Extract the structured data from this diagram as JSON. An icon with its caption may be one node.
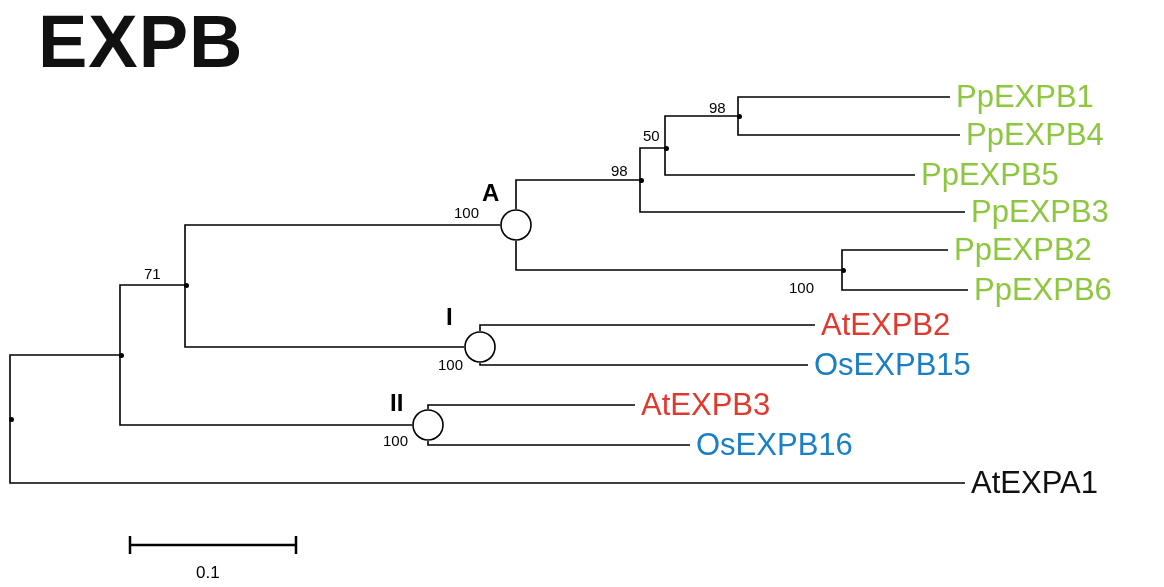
{
  "diagram": {
    "title": "EXPB",
    "nodes": [
      {
        "text": [],
        "shape": "point"
      },
      {
        "text": [],
        "shape": "point"
      },
      {
        "text": [],
        "shape": "point",
        "beside": [
          "71"
        ]
      },
      {
        "text": [
          "A"
        ],
        "beside": [
          "100"
        ]
      },
      {
        "text": [],
        "shape": "point",
        "beside": [
          "98"
        ]
      },
      {
        "text": [],
        "shape": "point",
        "beside": [
          "50"
        ]
      },
      {
        "text": [],
        "shape": "point",
        "beside": [
          "98"
        ]
      },
      {
        "text": [],
        "shape": "point",
        "beside": [
          "100"
        ]
      },
      {
        "text": [
          "I"
        ],
        "beside": [
          "100"
        ]
      },
      {
        "text": [
          "II"
        ],
        "beside": [
          "100"
        ]
      },
      {
        "text": [
          "PpEXPB1"
        ]
      },
      {
        "text": [
          "PpEXPB4"
        ]
      },
      {
        "text": [
          "PpEXPB5"
        ]
      },
      {
        "text": [
          "PpEXPB3"
        ]
      },
      {
        "text": [
          "PpEXPB2"
        ]
      },
      {
        "text": [
          "PpEXPB6"
        ]
      },
      {
        "text": [
          "AtEXPB2"
        ]
      },
      {
        "text": [
          "OsEXPB15"
        ]
      },
      {
        "text": [
          "AtEXPB3"
        ]
      },
      {
        "text": [
          "OsEXPB16"
        ]
      },
      {
        "text": [
          "AtEXPA1"
        ]
      }
    ],
    "edges": [
      {
        "from": 0,
        "to": 1,
        "arrow": "none"
      },
      {
        "from": 0,
        "to": 20,
        "arrow": "none"
      },
      {
        "from": 1,
        "to": 2,
        "arrow": "none"
      },
      {
        "from": 1,
        "to": 9,
        "arrow": "none"
      },
      {
        "from": 2,
        "to": 3,
        "arrow": "none"
      },
      {
        "from": 2,
        "to": 8,
        "arrow": "none"
      },
      {
        "from": 3,
        "to": 4,
        "arrow": "none"
      },
      {
        "from": 3,
        "to": 7,
        "arrow": "none"
      },
      {
        "from": 4,
        "to": 5,
        "arrow": "none"
      },
      {
        "from": 4,
        "to": 13,
        "arrow": "none"
      },
      {
        "from": 5,
        "to": 6,
        "arrow": "none"
      },
      {
        "from": 5,
        "to": 12,
        "arrow": "none"
      },
      {
        "from": 6,
        "to": 10,
        "arrow": "none"
      },
      {
        "from": 6,
        "to": 11,
        "arrow": "none"
      },
      {
        "from": 7,
        "to": 14,
        "arrow": "none"
      },
      {
        "from": 7,
        "to": 15,
        "arrow": "none"
      },
      {
        "from": 8,
        "to": 16,
        "arrow": "none"
      },
      {
        "from": 8,
        "to": 17,
        "arrow": "none"
      },
      {
        "from": 9,
        "to": 18,
        "arrow": "none"
      },
      {
        "from": 9,
        "to": 19,
        "arrow": "none"
      }
    ],
    "labels": [
      "0.1"
    ]
  }
}
